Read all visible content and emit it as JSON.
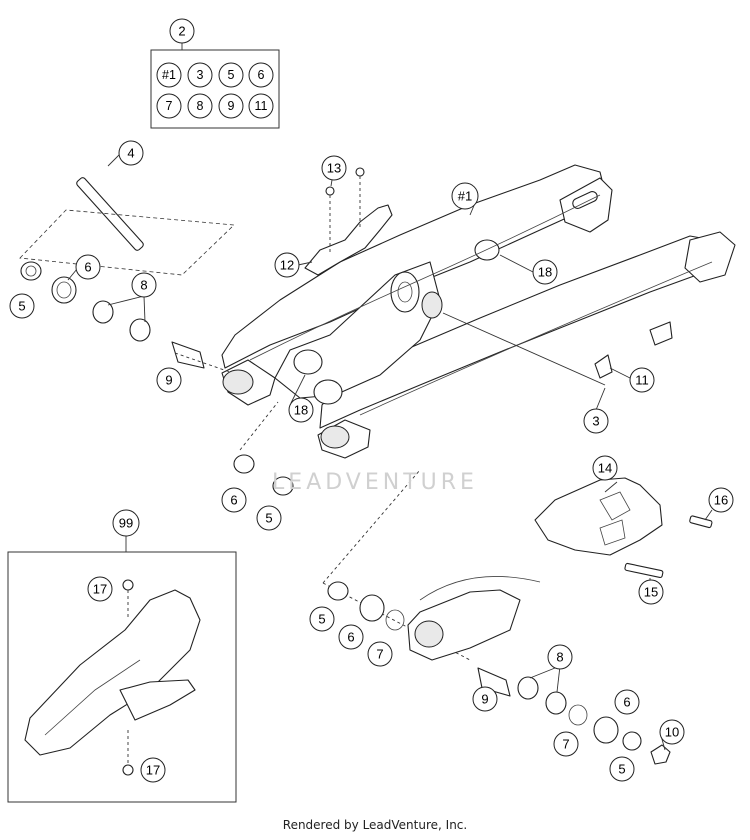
{
  "kit": {
    "callout": "2",
    "items": [
      "#1",
      "3",
      "5",
      "6",
      "7",
      "8",
      "9",
      "11"
    ]
  },
  "callouts": {
    "c4": "4",
    "c13": "13",
    "c13b": "#1",
    "c12": "12",
    "c18a": "18",
    "c6a": "6",
    "c5a": "5",
    "c8a": "8",
    "c9a": "9",
    "c18b": "18",
    "c11": "11",
    "c3": "3",
    "c6b": "6",
    "c5b": "5",
    "c14": "14",
    "c16": "16",
    "c15": "15",
    "c99": "99",
    "c17a": "17",
    "c17b": "17",
    "c5c": "5",
    "c6c": "6",
    "c7a": "7",
    "c8b": "8",
    "c9b": "9",
    "c6d": "6",
    "c10": "10",
    "c7b": "7",
    "c5d": "5"
  },
  "watermark": "LEADVENTURE",
  "footer": "Rendered by LeadVenture, Inc."
}
